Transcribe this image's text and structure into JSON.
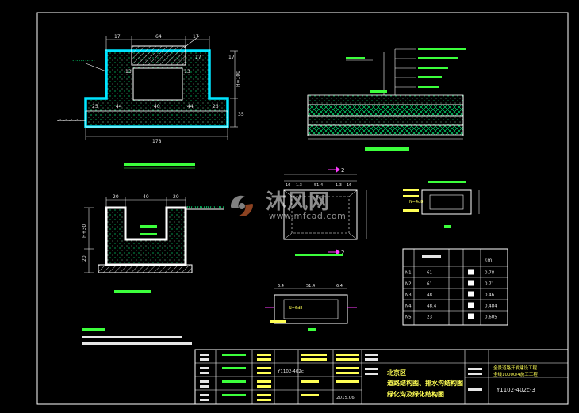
{
  "colors": {
    "background": "#000000",
    "frame": "#ffffff",
    "section": "#00e5ff",
    "dims": "#e6e6e6",
    "labels": "#ffff55",
    "green": "#3cff3c",
    "magenta": "#ff3cff",
    "hatch": "#00ff80"
  },
  "drawing1": {
    "dims": [
      "17",
      "64",
      "17",
      "13",
      "13",
      "17",
      "25",
      "44",
      "40",
      "44",
      "25",
      "178",
      "35",
      "17",
      "H=100"
    ]
  },
  "drawing3": {
    "dims": [
      "20",
      "40",
      "20",
      "20",
      "H+30"
    ]
  },
  "drawing4": {
    "dims": [
      "16",
      "1.3",
      "51.4",
      "1.3",
      "16"
    ],
    "section_mark": "2"
  },
  "drawing5": {
    "dims": [
      "6.4",
      "51.4",
      "6.4"
    ],
    "tag": "N=6d8"
  },
  "drawing6": {
    "label": "N=4d8"
  },
  "table": {
    "headers": [
      "",
      "",
      "",
      "",
      "(m)"
    ],
    "rows": [
      {
        "id": "N1",
        "len": "61",
        "val": "0.78"
      },
      {
        "id": "N2",
        "len": "61",
        "val": "0.71"
      },
      {
        "id": "N3",
        "len": "48",
        "val": "0.46"
      },
      {
        "id": "N4",
        "len": "48.4",
        "val": "0.484"
      },
      {
        "id": "N5",
        "len": "23",
        "val": "0.605"
      }
    ]
  },
  "title_block": {
    "code1": "Y1102-402c",
    "code2": "2015.06",
    "district": "北京区",
    "drawing_title_1": "道路结构图、排水沟结构图",
    "drawing_title_2": "绿化沟及绿化结构图",
    "project_line_1": "全景道路开发建设工程",
    "project_line_2": "全线10000/4施工工程",
    "drawing_no": "Y1102-402c-3"
  },
  "watermark": {
    "name": "沐风网",
    "url": "www.mfcad.com"
  }
}
